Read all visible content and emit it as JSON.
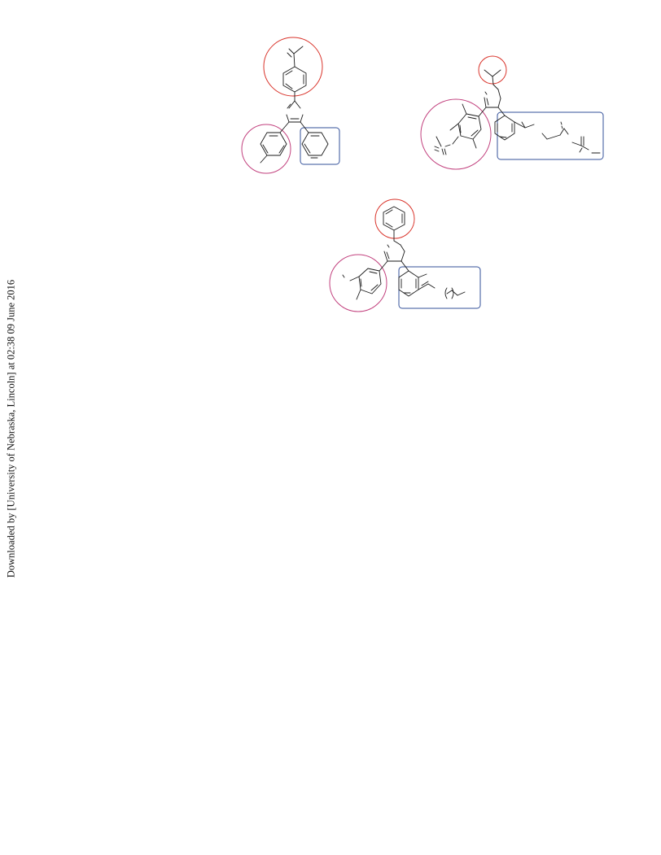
{
  "download_notice": "Downloaded by [University of Nebraska, Lincoln] at 02:38 09 June 2016",
  "structures": [
    {
      "id": "structure-1",
      "highlights": [
        "red-circle",
        "pink-circle",
        "blue-box"
      ]
    },
    {
      "id": "structure-2",
      "highlights": [
        "red-circle",
        "pink-circle",
        "blue-box"
      ]
    },
    {
      "id": "structure-3",
      "highlights": [
        "red-circle",
        "pink-circle",
        "blue-box"
      ]
    }
  ],
  "highlight_colors": {
    "red": "#d9342b",
    "pink": "#c2417e",
    "blue": "#33509a",
    "bond": "#1a1a1a"
  }
}
